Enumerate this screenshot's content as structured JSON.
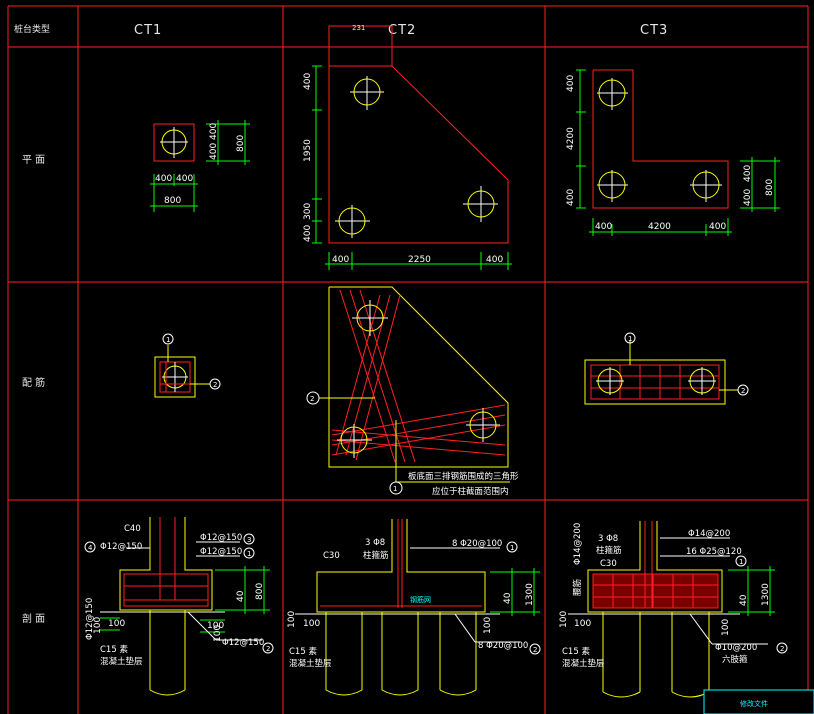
{
  "table": {
    "corner_label": "桩台类型",
    "columns": [
      "CT1",
      "CT2",
      "CT3"
    ],
    "rows": [
      "平 面",
      "配 筋",
      "剖 面"
    ]
  },
  "ct1": {
    "plan_dims": {
      "half_x": [
        "400",
        "400"
      ],
      "total_x": "800",
      "half_y": [
        "400",
        "400"
      ],
      "total_y": "800"
    },
    "bars": [
      "1",
      "2"
    ],
    "section": {
      "concrete": "C40",
      "bar_top": "Φ12@150",
      "bar_mid": "Φ12@150",
      "bar_left": "Φ12@150",
      "bar_bottom": "Φ12@150",
      "tags": [
        "3",
        "1",
        "4",
        "2"
      ],
      "side_label": "Φ12@150",
      "heights": [
        "40",
        "800"
      ],
      "offsets": [
        "100",
        "100",
        "100",
        "100"
      ],
      "pad": "C15 素",
      "pad2": "混凝土垫层"
    }
  },
  "ct2": {
    "top_dim": "231",
    "vert_dims": [
      "400",
      "1950",
      "400",
      "300"
    ],
    "horiz_dims": [
      "400",
      "2250",
      "400"
    ],
    "bars": [
      "2",
      "1"
    ],
    "note1": "板底面三排钢筋围成的三角形",
    "note2": "应位于柱截面范围内",
    "section": {
      "concrete": "C30",
      "stirrup": "3 Φ8",
      "stirrup_note": "柱箍筋",
      "bar_top": "8 Φ20@100",
      "bar_bottom": "8 Φ20@100",
      "tags": [
        "1",
        "2"
      ],
      "bar_label": "钢筋网",
      "heights": [
        "40",
        "1300"
      ],
      "offsets": [
        "100",
        "100",
        "100"
      ],
      "pad": "C15 素",
      "pad2": "混凝土垫层"
    }
  },
  "ct3": {
    "vert_dims": [
      "400",
      "4200",
      "400"
    ],
    "side_dims": [
      "400",
      "400",
      "800"
    ],
    "horiz_dims": [
      "400",
      "4200",
      "400"
    ],
    "bars": [
      "1",
      "2"
    ],
    "section": {
      "stirrup": "3 Φ8",
      "stirrup_note": "柱箍筋",
      "bar_top": "Φ14@200",
      "bar_mid": "16 Φ25@120",
      "side_label": "Φ14@200",
      "side_note": "腰筋",
      "concrete": "C30",
      "bar_bottom": "Φ10@200",
      "bottom_note": "六肢箍",
      "tags": [
        "1",
        "2"
      ],
      "heights": [
        "40",
        "1300"
      ],
      "offsets": [
        "100",
        "100",
        "100"
      ],
      "pad": "C15 素",
      "pad2": "混凝土垫层"
    }
  },
  "corner_tag": "修改文件"
}
